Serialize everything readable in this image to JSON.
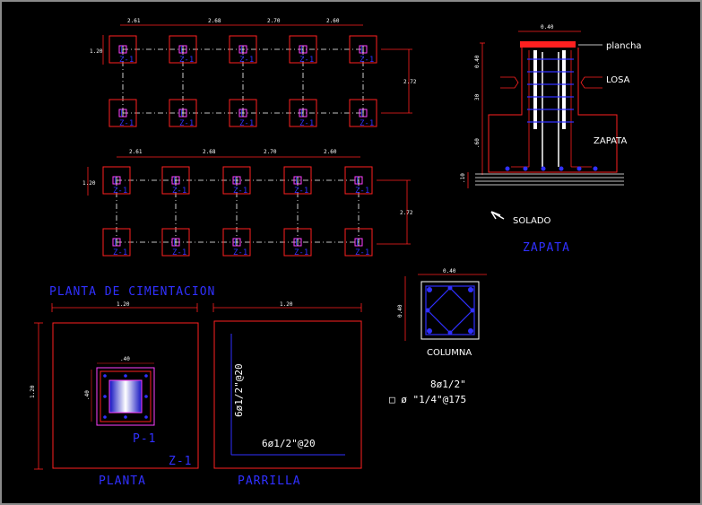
{
  "plans": {
    "spans": [
      "2.61",
      "2.68",
      "2.70",
      "2.60"
    ],
    "bay_width": "1.20",
    "bay_depth": "2.72",
    "footing_label": "Z-1"
  },
  "plan_title": "PLANTA DE CIMENTACION",
  "footing_plan": {
    "width_dim": "1.20",
    "height_dim": "1.20",
    "pedestal_dim_h": ".40",
    "pedestal_dim_v": ".40",
    "pedestal_label": "P-1",
    "footing_label": "Z-1",
    "caption": "PLANTA"
  },
  "grid_plan": {
    "width_dim": "1.20",
    "vertical_bars": "6ø1/2\"@20",
    "horizontal_bars": "6ø1/2\"@20",
    "caption": "PARRILLA"
  },
  "section": {
    "top_dim": "0.40",
    "plate_label": "plancha",
    "slab_label": "LOSA",
    "footing_label": "ZAPATA",
    "base_label": "SOLADO",
    "title": "ZAPATA",
    "vdim_1": "0.40",
    "vdim_2": "30",
    "vdim_3": ".60",
    "vdim_4": ".10"
  },
  "column": {
    "top_dim": "0.40",
    "side_dim": "0.40",
    "caption": "COLUMNA",
    "main_bars": "8ø1/2\"",
    "stirrups": "□ ø \"1/4\"@175"
  },
  "colors": {
    "background": "#000000",
    "red": "#ff2020",
    "blue": "#3030ff",
    "magenta": "#ff40ff",
    "white": "#ffffff"
  }
}
